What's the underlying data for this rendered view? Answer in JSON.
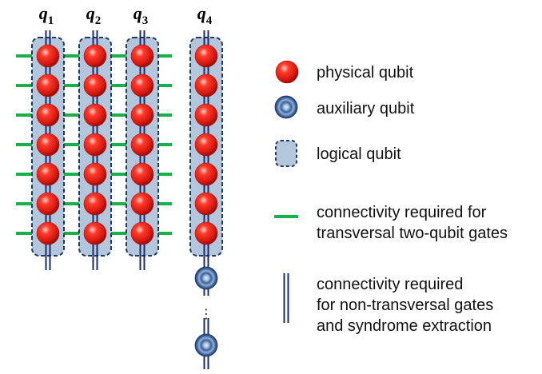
{
  "qubit_labels": [
    {
      "base": "q",
      "sub": "1"
    },
    {
      "base": "q",
      "sub": "2"
    },
    {
      "base": "q",
      "sub": "3"
    },
    {
      "base": "q",
      "sub": "4"
    }
  ],
  "grid": {
    "rows": 7,
    "columns": 3
  },
  "auxiliary_count": 2,
  "ellipsis": "⋮",
  "legend": {
    "physical_qubit": "physical qubit",
    "auxiliary_qubit": "auxiliary qubit",
    "logical_qubit": "logical qubit",
    "green_line": [
      "connectivity required for",
      "transversal two-qubit gates"
    ],
    "double_line": [
      "connectivity required",
      "for non-transversal gates",
      "and syndrome extraction"
    ]
  },
  "colors": {
    "physical_qubit": "#e8281e",
    "auxiliary_qubit": "#2a4a8a",
    "logical_qubit_fill": "#b3c6dc",
    "logical_qubit_border": "#1f3a5a",
    "transversal_line": "#19b04b",
    "double_line": "#1a2a6a"
  }
}
